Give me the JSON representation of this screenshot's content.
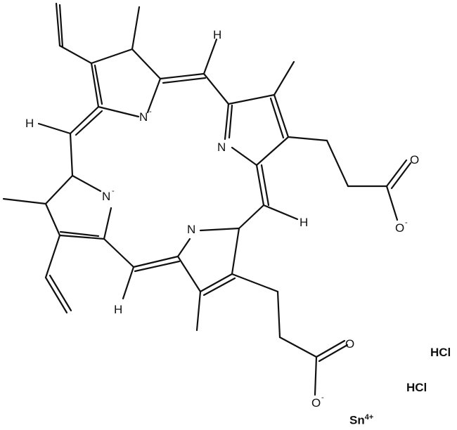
{
  "molecule": {
    "atom_labels": {
      "n_top": "N",
      "n_top_charge": "-",
      "n_right": "N",
      "n_left": "N",
      "n_left_charge": "-",
      "n_bottom": "N",
      "h_left_meso": "H",
      "h_top_meso": "H",
      "h_right_meso": "H",
      "h_bottom_meso": "H",
      "o_upper_carbonyl": "O",
      "o_upper_anion": "O",
      "o_upper_anion_charge": "-",
      "o_lower_carbonyl": "O",
      "o_lower_anion": "O",
      "o_lower_anion_charge": "-"
    }
  },
  "counterions": {
    "hcl_1": "HCl",
    "hcl_2": "HCl",
    "tin": "Sn",
    "tin_charge": "4+"
  }
}
